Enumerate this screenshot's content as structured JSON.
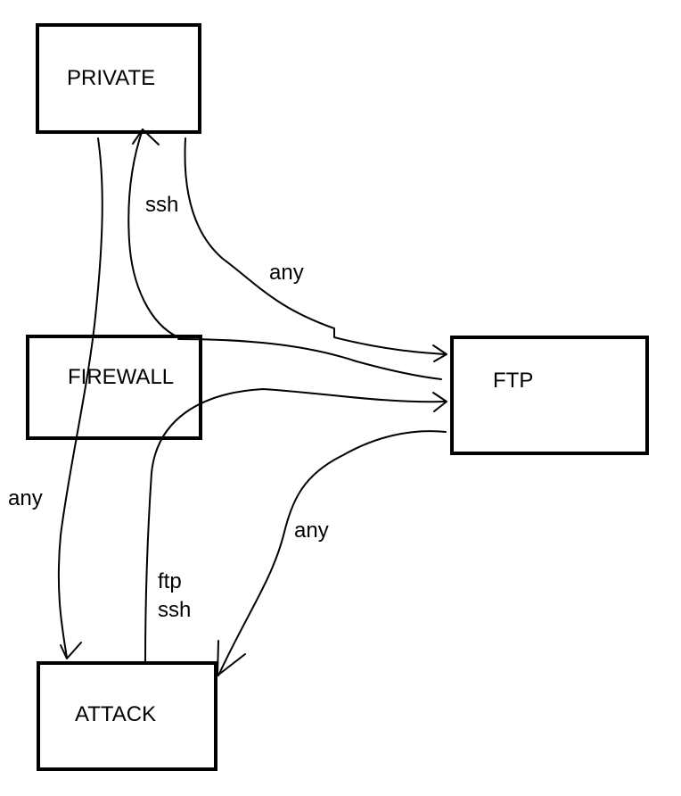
{
  "diagram": {
    "nodes": {
      "private": {
        "label": "PRIVATE"
      },
      "firewall": {
        "label": "FIREWALL"
      },
      "ftp": {
        "label": "FTP"
      },
      "attack": {
        "label": "ATTACK"
      }
    },
    "edges": [
      {
        "from": "PRIVATE",
        "to": "ATTACK",
        "label": "any"
      },
      {
        "from": "FIREWALL",
        "to": "PRIVATE",
        "label": "ssh"
      },
      {
        "from": "PRIVATE",
        "to": "FTP",
        "label": "any"
      },
      {
        "from": "FIREWALL",
        "to": "FTP",
        "label": ""
      },
      {
        "from": "ATTACK",
        "to": "FTP",
        "label_lines": [
          "ftp",
          "ssh"
        ]
      },
      {
        "from": "FTP",
        "to": "ATTACK",
        "label": "any"
      }
    ],
    "colors": {
      "stroke": "#000000",
      "background": "#ffffff"
    }
  }
}
